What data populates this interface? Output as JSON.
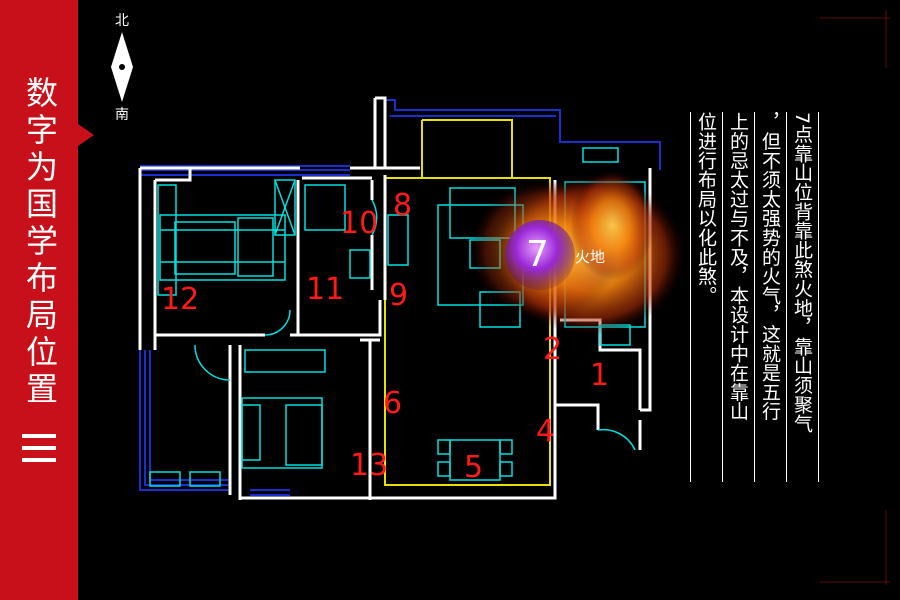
{
  "sidebar": {
    "title": "数字为国学布局位置",
    "accent_color": "#c8101a"
  },
  "compass": {
    "north": "北",
    "south": "南"
  },
  "floor_plan": {
    "highlight_number": "7",
    "highlight_label": "火地",
    "room_numbers": [
      "1",
      "2",
      "4",
      "5",
      "6",
      "8",
      "9",
      "10",
      "11",
      "12",
      "13"
    ],
    "wall_color": "#ffffff",
    "furniture_color": "#00e0e0",
    "window_color": "#1a2fd0",
    "area_color": "#e8e000",
    "number_color": "#ff1a1a"
  },
  "description": {
    "col1": "7点靠山位背靠此煞火地，靠山须聚气",
    "col2": "，但不须太强势的火气，这就是五行",
    "col3": "上的忌太过与不及，本设计中在靠山",
    "col4": "位进行布局以化此煞。"
  }
}
